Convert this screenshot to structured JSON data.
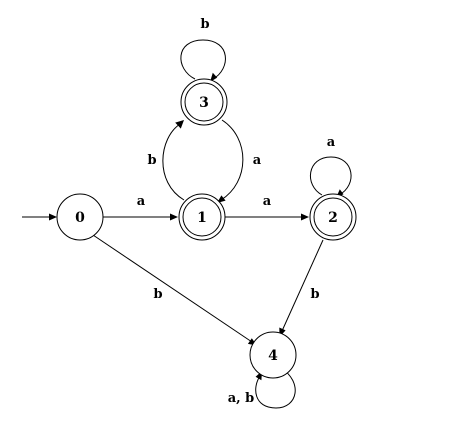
{
  "states": [
    {
      "id": "s0",
      "label": "0",
      "accepting": false
    },
    {
      "id": "s1",
      "label": "1",
      "accepting": true
    },
    {
      "id": "s2",
      "label": "2",
      "accepting": true
    },
    {
      "id": "s3",
      "label": "3",
      "accepting": true
    },
    {
      "id": "s4",
      "label": "4",
      "accepting": false
    }
  ],
  "transitions": [
    {
      "from": "0",
      "to": "1",
      "label": "a"
    },
    {
      "from": "1",
      "to": "2",
      "label": "a"
    },
    {
      "from": "0",
      "to": "4",
      "label": "b"
    },
    {
      "from": "2",
      "to": "4",
      "label": "b"
    },
    {
      "from": "1",
      "to": "3",
      "label": "b"
    },
    {
      "from": "3",
      "to": "1",
      "label": "a"
    },
    {
      "from": "3",
      "to": "3",
      "label": "b"
    },
    {
      "from": "2",
      "to": "2",
      "label": "a"
    },
    {
      "from": "4",
      "to": "4",
      "label": "a, b"
    }
  ],
  "start_state": "0"
}
